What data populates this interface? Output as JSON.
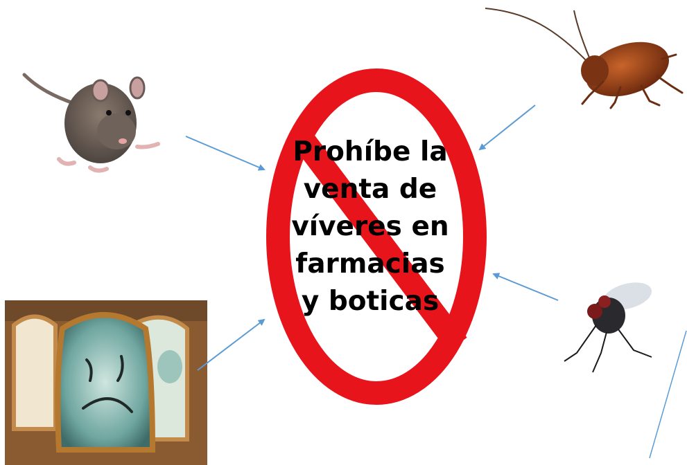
{
  "sign": {
    "lines": [
      "Prohíbe la",
      "venta de",
      "víveres en",
      "farmacias",
      "y boticas"
    ],
    "ring_color": "#e8141b",
    "arrow_color": "#5b9bd5"
  },
  "pictures": [
    "rat-photo",
    "cockroach-photo",
    "fly-photo",
    "moldy-bread-photo"
  ]
}
